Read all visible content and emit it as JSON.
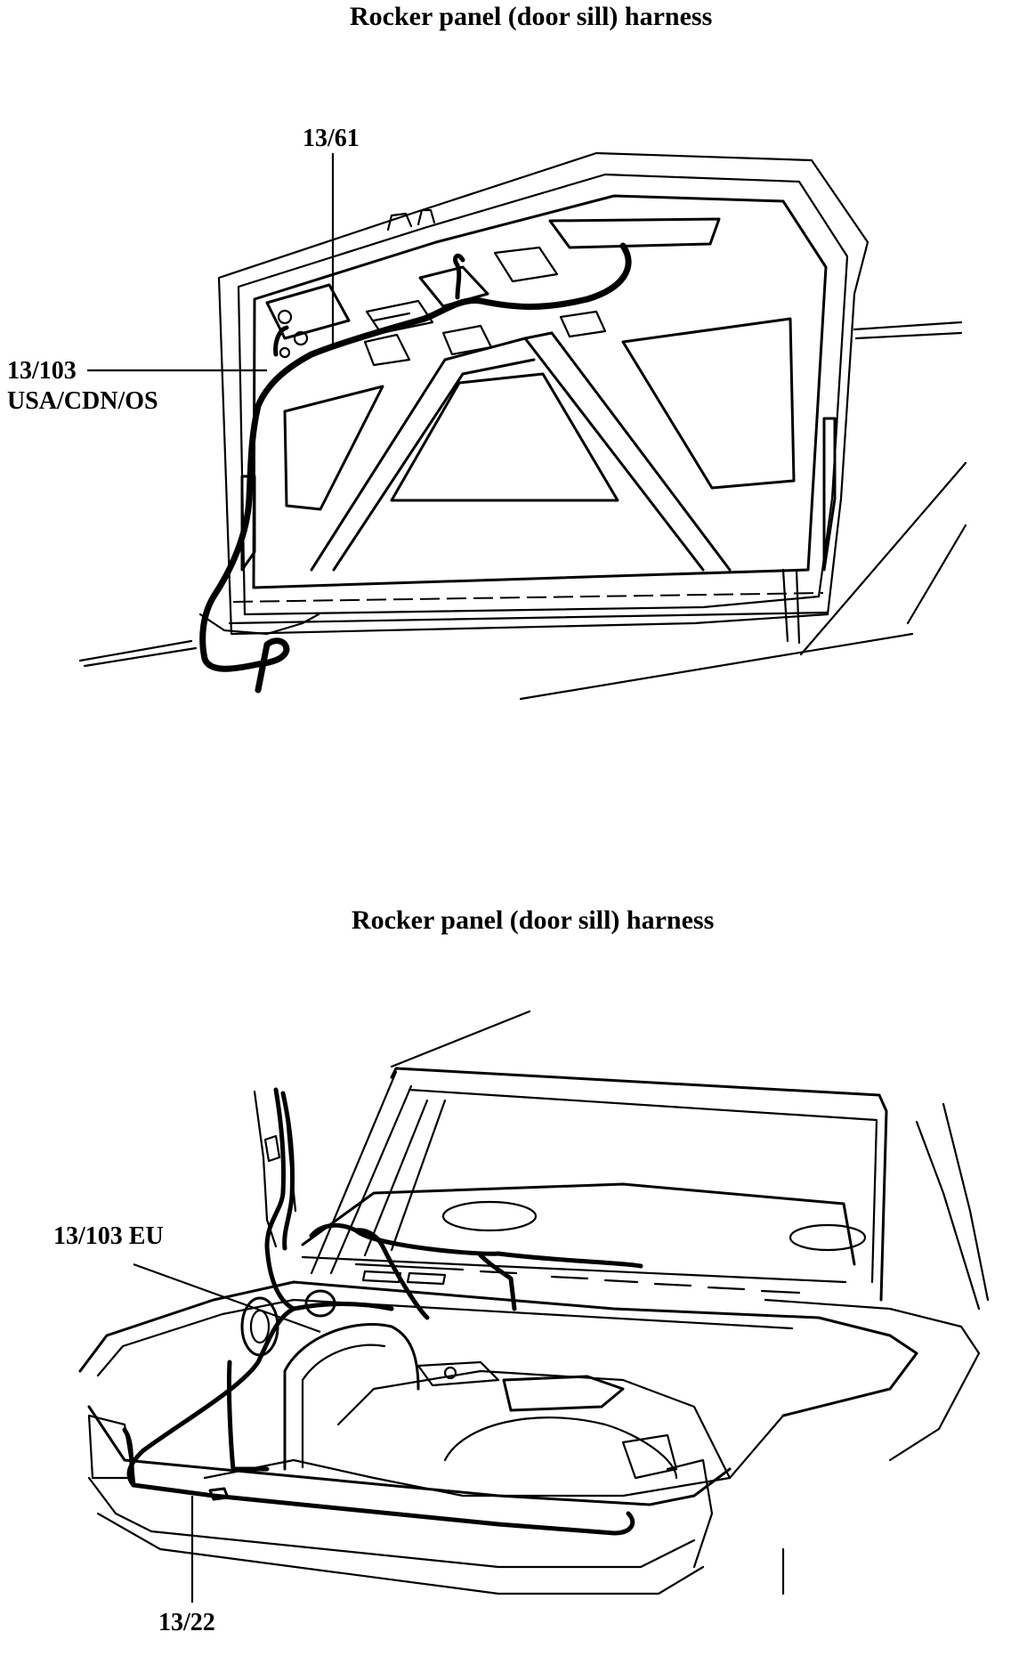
{
  "diagrams": [
    {
      "title": "Rocker panel (door sill) harness",
      "callouts": [
        {
          "id": "13/61"
        },
        {
          "id": "13/103",
          "note": "USA/CDN/OS"
        }
      ]
    },
    {
      "title": "Rocker panel (door sill) harness",
      "callouts": [
        {
          "id": "13/103 EU"
        },
        {
          "id": "13/22"
        }
      ]
    }
  ]
}
